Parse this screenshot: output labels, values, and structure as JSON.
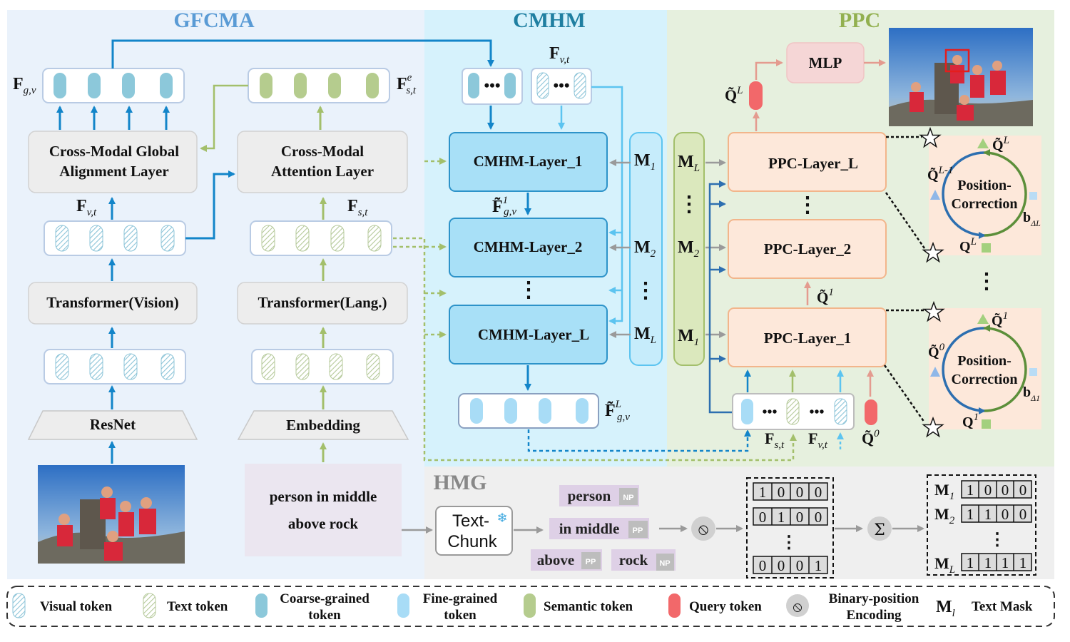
{
  "sections": {
    "gfcma": "GFCMA",
    "cmhm": "CMHM",
    "ppc": "PPC",
    "hmg": "HMG"
  },
  "gfcma": {
    "resnet": "ResNet",
    "embedding": "Embedding",
    "transformer_vision": "Transformer(Vision)",
    "transformer_lang": "Transformer(Lang.)",
    "global_align_line1": "Cross-Modal Global",
    "global_align_line2": "Alignment Layer",
    "attention_line1": "Cross-Modal",
    "attention_line2": "Attention Layer",
    "query_line1": "person in middle",
    "query_line2": "above rock",
    "f_vt": "F",
    "f_vt_sub": "v,t",
    "f_st": "F",
    "f_st_sub": "s,t",
    "f_gv": "F",
    "f_gv_sub": "g,v",
    "f_est": "F",
    "f_est_sup": "e",
    "f_est_sub": "s,t"
  },
  "cmhm": {
    "layer_1": "CMHM-Layer_1",
    "layer_2": "CMHM-Layer_2",
    "layer_L": "CMHM-Layer_L",
    "ellipsis": "⋮",
    "f_vt": "F",
    "f_vt_sub": "v,t",
    "f_tilde_1": "F̃",
    "f_tilde_1_sup": "1",
    "f_tilde_1_sub": "g,v",
    "f_tilde_L": "F̃",
    "f_tilde_L_sup": "L",
    "f_tilde_L_sub": "g,v",
    "masks": [
      {
        "m": "M",
        "sub": "1"
      },
      {
        "m": "M",
        "sub": "2"
      },
      {
        "m": "M",
        "sub": "L"
      }
    ]
  },
  "ppc": {
    "mlp": "MLP",
    "layer_L": "PPC-Layer_L",
    "layer_2": "PPC-Layer_2",
    "layer_1": "PPC-Layer_1",
    "masks": [
      {
        "m": "M",
        "sub": "L"
      },
      {
        "m": "M",
        "sub": "2"
      },
      {
        "m": "M",
        "sub": "1"
      }
    ],
    "q_L": "Q̃",
    "q_L_sup": "L",
    "q_1": "Q̃",
    "q_1_sup": "1",
    "q_0": "Q̃",
    "q_0_sup": "0",
    "f_st": "F",
    "f_st_sub": "s,t",
    "f_vt": "F",
    "f_vt_sub": "v,t",
    "correction_top": {
      "title1": "Position-",
      "title2": "Correction",
      "q_prev": "Q̃",
      "q_prev_sup": "L-1",
      "q_next": "Q̃",
      "q_next_sup": "L",
      "q_gt": "Q",
      "q_gt_sup": "L",
      "b": "b",
      "b_sub": "ΔL"
    },
    "correction_bottom": {
      "title1": "Position-",
      "title2": "Correction",
      "q_prev": "Q̃",
      "q_prev_sup": "0",
      "q_next": "Q̃",
      "q_next_sup": "1",
      "q_gt": "Q",
      "q_gt_sup": "1",
      "b": "b",
      "b_sub": "Δ1"
    }
  },
  "hmg": {
    "text_chunk_line1": "Text-",
    "text_chunk_line2": "Chunk",
    "snowflake": "❄",
    "chunks": [
      {
        "text": "person",
        "tag": "NP"
      },
      {
        "text": "in middle",
        "tag": "PP"
      },
      {
        "text": "above",
        "tag": "PP"
      },
      {
        "text": "rock",
        "tag": "NP"
      }
    ],
    "binary_rows": [
      [
        "1",
        "0",
        "0",
        "0"
      ],
      [
        "0",
        "1",
        "0",
        "0"
      ],
      [
        "0",
        "0",
        "0",
        "1"
      ]
    ],
    "mask_rows": [
      {
        "m": "M",
        "sub": "1",
        "bits": [
          "1",
          "0",
          "0",
          "0"
        ]
      },
      {
        "m": "M",
        "sub": "2",
        "bits": [
          "1",
          "1",
          "0",
          "0"
        ]
      },
      {
        "m": "M",
        "sub": "L",
        "bits": [
          "1",
          "1",
          "1",
          "1"
        ]
      }
    ],
    "encode_symbol": "⦸",
    "sum_symbol": "Σ"
  },
  "legend": {
    "visual_token": "Visual token",
    "text_token": "Text token",
    "coarse_line1": "Coarse-grained",
    "coarse_line2": "token",
    "fine_line1": "Fine-grained",
    "fine_line2": "token",
    "semantic_token": "Semantic token",
    "query_token": "Query token",
    "binary_line1": "Binary-position",
    "binary_line2": "Encoding",
    "mask_m": "M",
    "mask_sub": "l",
    "text_mask": "Text Mask"
  },
  "colors": {
    "gfcma_bg": "#eaf2fb",
    "cmhm_bg": "#d6f2fc",
    "ppc_bg": "#e6f0de",
    "hmg_bg": "#efefef",
    "blue_arrow": "#1385c9",
    "light_blue": "#5cc4f0",
    "green": "#a3bf6b",
    "pink_arrow": "#e49b8f",
    "query_red": "#f2686a",
    "gfcma_title": "#5a9bd5",
    "cmhm_title": "#1f7fa1",
    "ppc_title": "#92b04f",
    "hmg_title": "#888888"
  }
}
